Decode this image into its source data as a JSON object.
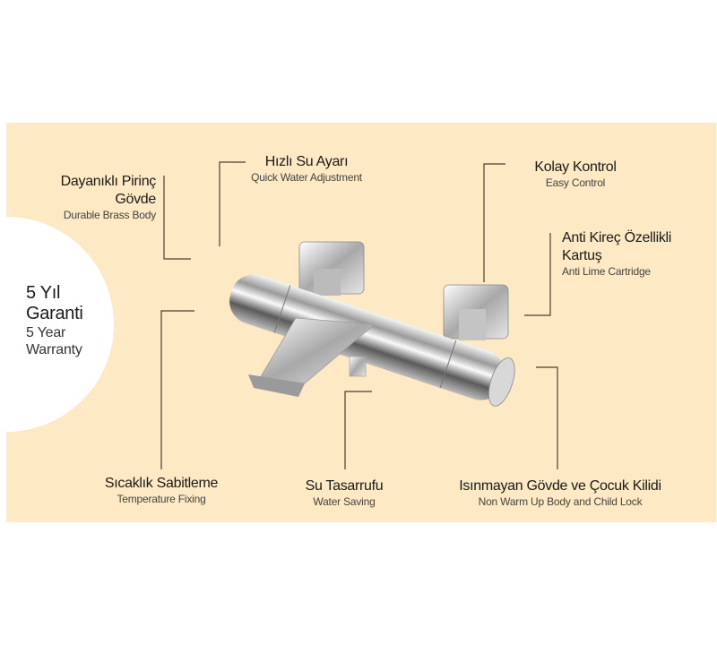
{
  "warranty": {
    "title_line1": "5 Yıl",
    "title_line2": "Garanti",
    "sub_line1": "5 Year",
    "sub_line2": "Warranty"
  },
  "features": [
    {
      "title_line1": "Dayanıklı Pirinç",
      "title_line2": "Gövde",
      "subtitle": "Durable Brass Body"
    },
    {
      "title": "Hızlı Su Ayarı",
      "subtitle": "Quick Water Adjustment"
    },
    {
      "title": "Kolay Kontrol",
      "subtitle": "Easy Control"
    },
    {
      "title_line1": "Anti Kireç Özellikli",
      "title_line2": "Kartuş",
      "subtitle": "Anti Lime Cartridge"
    },
    {
      "title": "Sıcaklık Sabitleme",
      "subtitle": "Temperature Fixing"
    },
    {
      "title": "Su Tasarrufu",
      "subtitle": "Water Saving"
    },
    {
      "title": "Isınmayan Gövde ve Çocuk Kilidi",
      "subtitle": "Non Warm Up Body and Child Lock"
    }
  ],
  "colors": {
    "background": "#fde9c3",
    "line": "#4a4030",
    "text": "#1a1a1a"
  }
}
